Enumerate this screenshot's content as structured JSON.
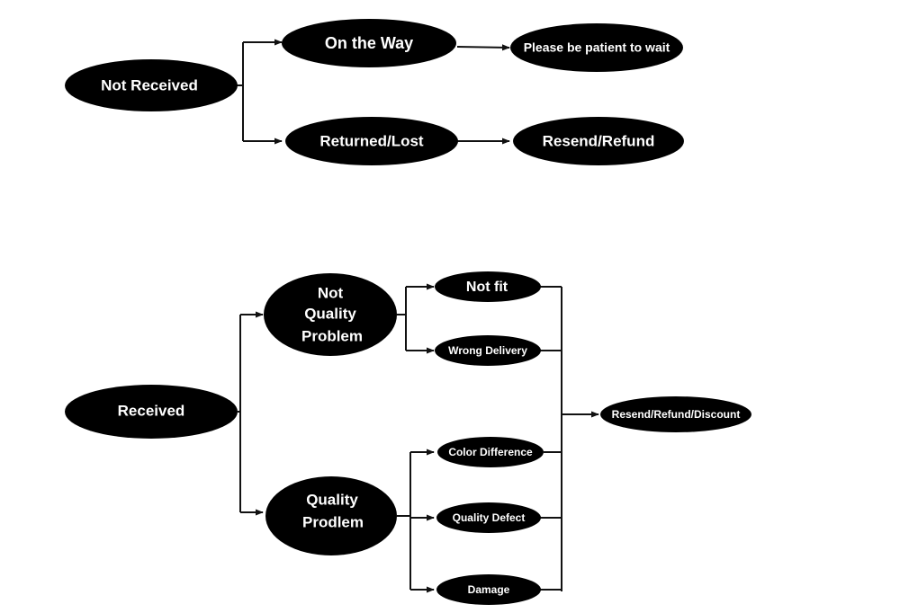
{
  "diagram": {
    "nodes": {
      "not_received": "Not Received",
      "on_the_way": "On the Way",
      "please_wait": "Please be patient to wait",
      "returned_lost": "Returned/Lost",
      "resend_refund": "Resend/Refund",
      "received": "Received",
      "not_quality_line1": "Not",
      "not_quality_line2": "Quality",
      "not_quality_line3": "Problem",
      "quality_line1": "Quality",
      "quality_line2": "Prodlem",
      "not_fit": "Not fit",
      "wrong_delivery": "Wrong Delivery",
      "color_difference": "Color Difference",
      "quality_defect": "Quality Defect",
      "damage": "Damage",
      "resend_refund_discount": "Resend/Refund/Discount"
    },
    "colors": {
      "node_fill": "#000000",
      "node_text": "#ffffff",
      "edge": "#111111",
      "background": "#ffffff"
    }
  }
}
